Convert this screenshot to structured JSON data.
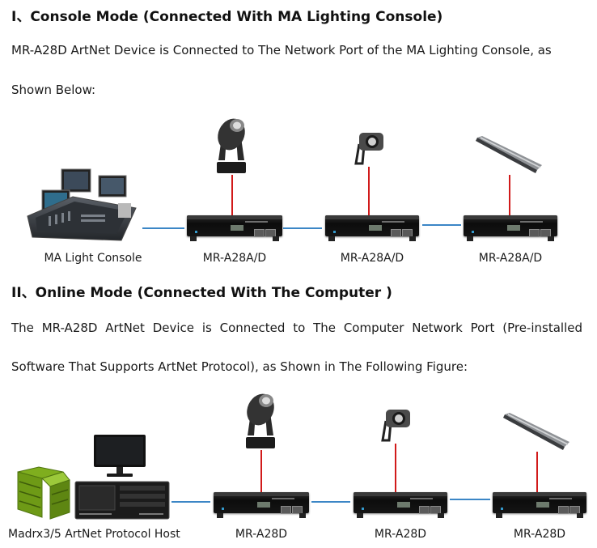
{
  "section1": {
    "heading": "I、Console Mode (Connected With MA Lighting Console)",
    "para_line1": "MR-A28D ArtNet Device is Connected to The Network Port of the MA Lighting Console, as",
    "para_line2": "Shown Below:",
    "labels": {
      "console": "MA Light Console",
      "device1": "MR-A28A/D",
      "device2": "MR-A28A/D",
      "device3": "MR-A28A/D"
    }
  },
  "section2": {
    "heading": "II、Online Mode (Connected With The Computer )",
    "para_line1": "The MR-A28D ArtNet Device is Connected to The Computer Network Port (Pre-installed",
    "para_line2": "Software That Supports ArtNet Protocol), as Shown in The Following Figure:",
    "labels": {
      "host": "Madrx3/5 ArtNet Protocol Host",
      "device1": "MR-A28D",
      "device2": "MR-A28D",
      "device3": "MR-A28D"
    }
  },
  "colors": {
    "dmx_link": "#d11a1a",
    "network_link": "#3b86c6",
    "controller": "#111111",
    "madrix_logo": "#7fae1e"
  },
  "icons": {
    "console": "lighting-console-icon",
    "moving_head": "moving-head-light-icon",
    "spot": "spot-light-icon",
    "bar": "led-bar-light-icon",
    "monitor": "monitor-icon",
    "pc": "industrial-pc-icon",
    "madrix": "madrix-logo-icon",
    "controller": "artnet-controller-icon"
  }
}
